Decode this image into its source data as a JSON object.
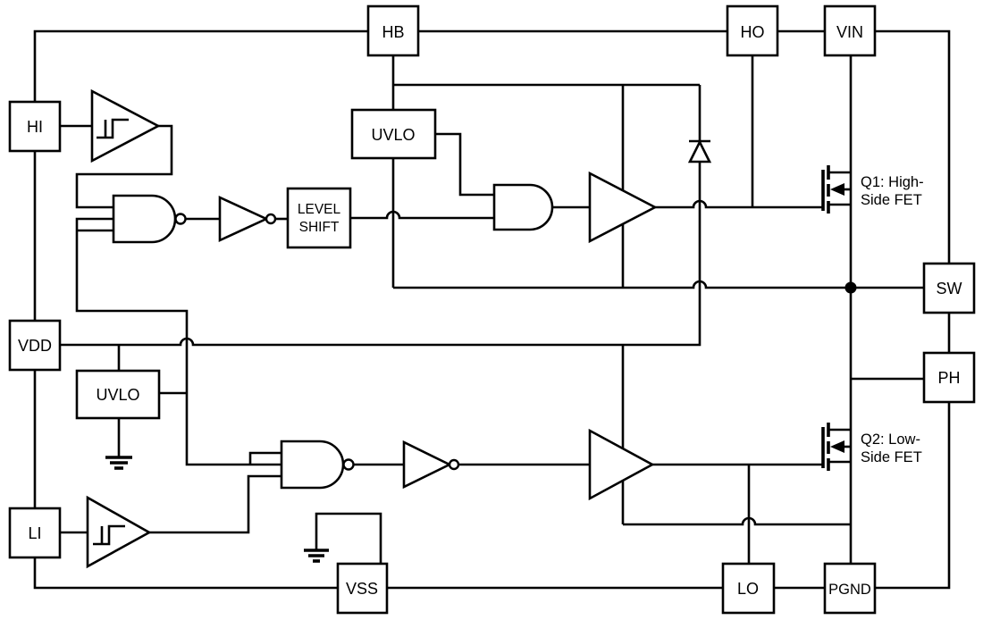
{
  "pins": {
    "hb": "HB",
    "ho": "HO",
    "vin": "VIN",
    "hi": "HI",
    "vdd": "VDD",
    "li": "LI",
    "sw": "SW",
    "ph": "PH",
    "vss": "VSS",
    "lo": "LO",
    "pgnd": "PGND"
  },
  "blocks": {
    "uvlo_high": "UVLO",
    "uvlo_low": "UVLO",
    "level_shift": {
      "line1": "LEVEL",
      "line2": "SHIFT"
    }
  },
  "transistors": {
    "q1": {
      "line1": "Q1: High-",
      "line2": "Side FET"
    },
    "q2": {
      "line1": "Q2: Low-",
      "line2": "Side FET"
    }
  },
  "colors": {
    "line": "#000000",
    "background": "#ffffff",
    "text": "#000000"
  }
}
